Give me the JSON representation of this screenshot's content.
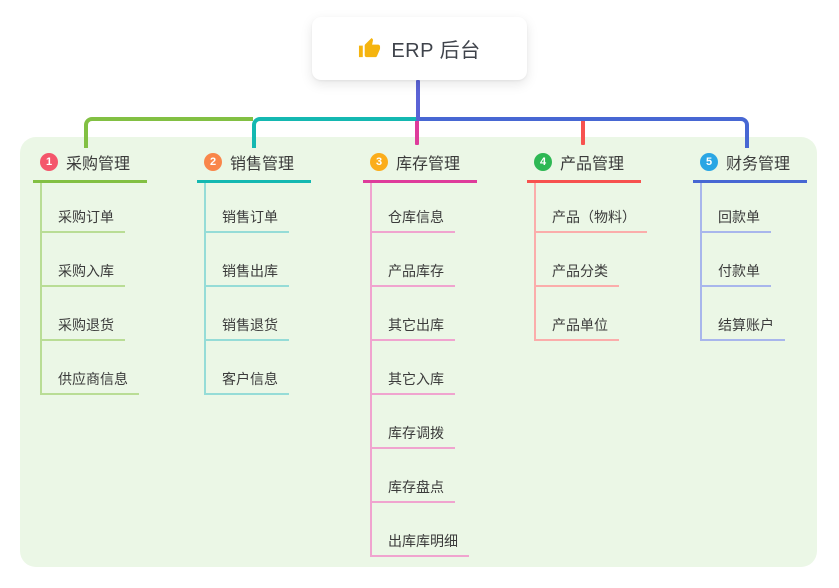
{
  "root": {
    "title": "ERP 后台",
    "icon": "thumbs-up-icon",
    "icon_color": "#f5b40f"
  },
  "connectors": {
    "root_vertical_color": "#5b63d6",
    "right_horizontal_color": "#4767d3"
  },
  "branches": [
    {
      "badge": "1",
      "badge_color": "#f4566b",
      "title": "采购管理",
      "color": "#82c043",
      "light_color": "#b9dd95",
      "items": [
        "采购订单",
        "采购入库",
        "采购退货",
        "供应商信息"
      ]
    },
    {
      "badge": "2",
      "badge_color": "#f9864a",
      "title": "销售管理",
      "color": "#14b8b1",
      "light_color": "#95dcd7",
      "items": [
        "销售订单",
        "销售出库",
        "销售退货",
        "客户信息"
      ]
    },
    {
      "badge": "3",
      "badge_color": "#fbad1b",
      "title": "库存管理",
      "color": "#de3c9b",
      "light_color": "#f0a4cf",
      "items": [
        "仓库信息",
        "产品库存",
        "其它出库",
        "其它入库",
        "库存调拨",
        "库存盘点",
        "出库库明细"
      ]
    },
    {
      "badge": "4",
      "badge_color": "#2eb854",
      "title": "产品管理",
      "color": "#f7524f",
      "light_color": "#fbadab",
      "items": [
        "产品（物料）",
        "产品分类",
        "产品单位"
      ]
    },
    {
      "badge": "5",
      "badge_color": "#2aa6e4",
      "title": "财务管理",
      "color": "#4767d3",
      "light_color": "#a8b6ec",
      "items": [
        "回款单",
        "付款单",
        "结算账户"
      ]
    }
  ]
}
